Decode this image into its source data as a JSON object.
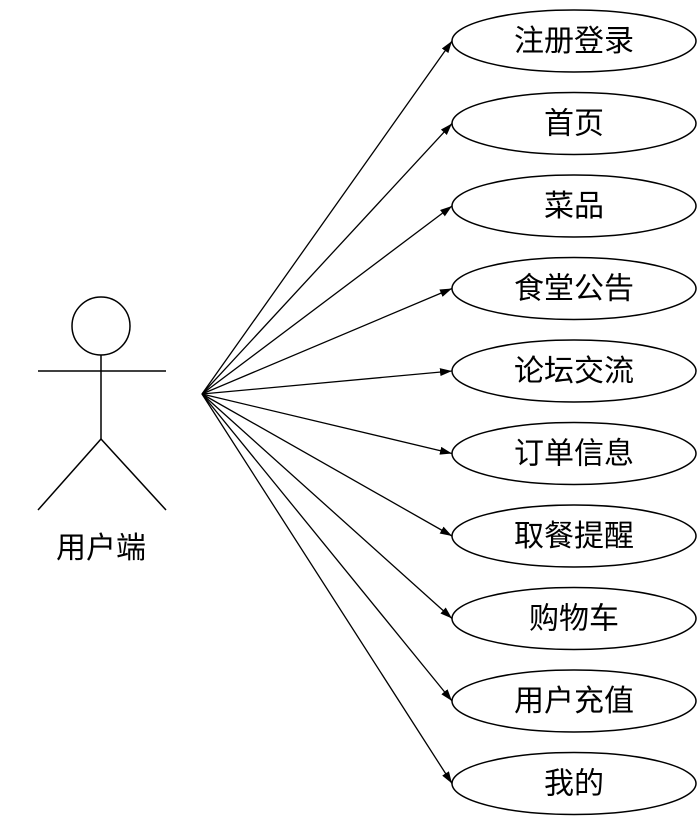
{
  "actor": {
    "name": "用户端",
    "icon": "stick-figure-icon"
  },
  "use_cases": [
    {
      "id": "register-login",
      "label": "注册登录"
    },
    {
      "id": "home",
      "label": "首页"
    },
    {
      "id": "dishes",
      "label": "菜品"
    },
    {
      "id": "canteen-notice",
      "label": "食堂公告"
    },
    {
      "id": "forum",
      "label": "论坛交流"
    },
    {
      "id": "order-info",
      "label": "订单信息"
    },
    {
      "id": "pickup-reminder",
      "label": "取餐提醒"
    },
    {
      "id": "cart",
      "label": "购物车"
    },
    {
      "id": "recharge",
      "label": "用户充值"
    },
    {
      "id": "mine",
      "label": "我的"
    }
  ],
  "colors": {
    "stroke": "#000000",
    "background": "#ffffff"
  }
}
